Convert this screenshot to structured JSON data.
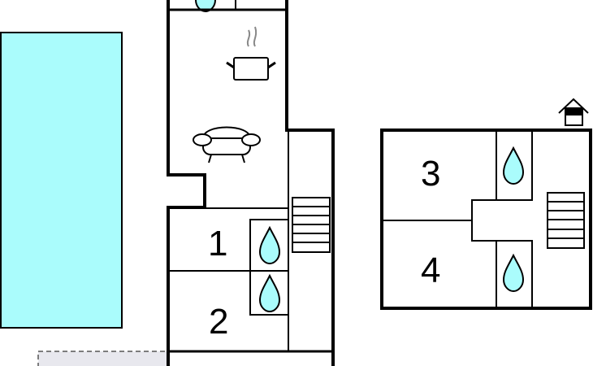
{
  "rooms": [
    {
      "label": "1"
    },
    {
      "label": "2"
    },
    {
      "label": "3"
    },
    {
      "label": "4"
    }
  ],
  "colors": {
    "pool": "#aafcfc",
    "water_drop": "#aafcfc",
    "wall": "#000000",
    "terrace": "#e8e8ee"
  },
  "icons": [
    "pool",
    "kitchen-pot-icon",
    "sofa-icon",
    "bathroom-drop-icon",
    "stairs-icon",
    "house-entrance-icon"
  ]
}
